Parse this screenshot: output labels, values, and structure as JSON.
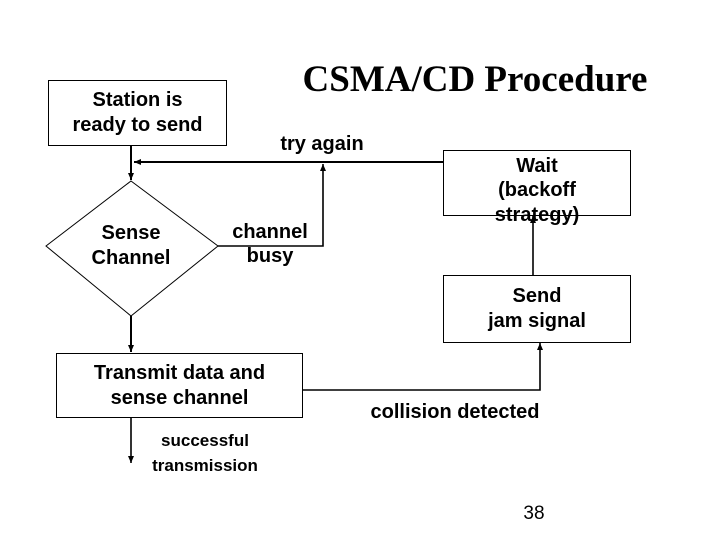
{
  "slide": {
    "title": "CSMA/CD Procedure",
    "page_number": "38"
  },
  "nodes": {
    "station_ready": {
      "line1": "Station is",
      "line2": "ready to send"
    },
    "sense_channel": {
      "line1": "Sense",
      "line2": "Channel"
    },
    "transmit": {
      "line1": "Transmit data and",
      "line2": "sense channel"
    },
    "wait": {
      "line1": "Wait",
      "line2": "(backoff",
      "line3": "strategy)"
    },
    "jam": {
      "line1": "Send",
      "line2": "jam signal"
    }
  },
  "edge_labels": {
    "try_again": "try again",
    "channel_busy": {
      "line1": "channel",
      "line2": "busy"
    },
    "collision_detected": "collision detected",
    "successful_transmission": {
      "line1": "successful",
      "line2": "transmission"
    }
  }
}
